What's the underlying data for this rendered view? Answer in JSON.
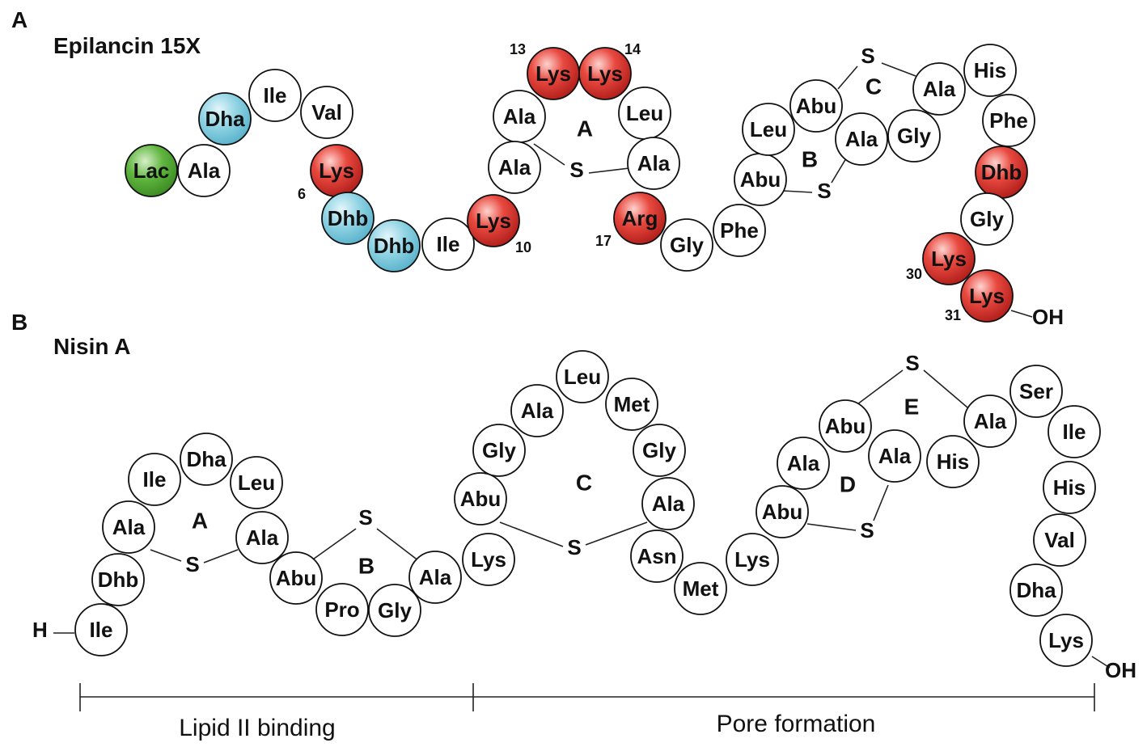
{
  "panels": [
    {
      "label": "A",
      "title": "Epilancin 15X",
      "ring_labels": [
        "A",
        "B",
        "C"
      ],
      "terminal_c": "OH",
      "residues": [
        {
          "name": "Lac",
          "type": "lactate"
        },
        {
          "name": "Ala",
          "type": "standard"
        },
        {
          "name": "Dha",
          "type": "dehydrated"
        },
        {
          "name": "Ile",
          "type": "standard"
        },
        {
          "name": "Val",
          "type": "standard"
        },
        {
          "name": "Lys",
          "type": "positive",
          "number": "6"
        },
        {
          "name": "Dhb",
          "type": "dehydrated"
        },
        {
          "name": "Dhb",
          "type": "dehydrated"
        },
        {
          "name": "Ile",
          "type": "standard"
        },
        {
          "name": "Lys",
          "type": "positive",
          "number": "10"
        },
        {
          "name": "Ala",
          "type": "standard"
        },
        {
          "name": "Ala",
          "type": "standard"
        },
        {
          "name": "Lys",
          "type": "positive",
          "number": "13"
        },
        {
          "name": "Lys",
          "type": "positive",
          "number": "14"
        },
        {
          "name": "Leu",
          "type": "standard"
        },
        {
          "name": "Ala",
          "type": "standard"
        },
        {
          "name": "Arg",
          "type": "positive",
          "number": "17"
        },
        {
          "name": "Gly",
          "type": "standard"
        },
        {
          "name": "Phe",
          "type": "standard"
        },
        {
          "name": "Abu",
          "type": "standard"
        },
        {
          "name": "Leu",
          "type": "standard"
        },
        {
          "name": "Abu",
          "type": "standard"
        },
        {
          "name": "Ala",
          "type": "standard"
        },
        {
          "name": "Gly",
          "type": "standard"
        },
        {
          "name": "Ala",
          "type": "standard"
        },
        {
          "name": "His",
          "type": "standard"
        },
        {
          "name": "Phe",
          "type": "standard"
        },
        {
          "name": "Dhb",
          "type": "positive"
        },
        {
          "name": "Gly",
          "type": "standard"
        },
        {
          "name": "Lys",
          "type": "positive",
          "number": "30"
        },
        {
          "name": "Lys",
          "type": "positive",
          "number": "31"
        }
      ],
      "sulfur_label": "S"
    },
    {
      "label": "B",
      "title": "Nisin A",
      "ring_labels": [
        "A",
        "B",
        "C",
        "D",
        "E"
      ],
      "terminal_n": "H",
      "terminal_c": "OH",
      "residues": [
        {
          "name": "Ile",
          "type": "standard"
        },
        {
          "name": "Dhb",
          "type": "standard"
        },
        {
          "name": "Ala",
          "type": "standard"
        },
        {
          "name": "Ile",
          "type": "standard"
        },
        {
          "name": "Dha",
          "type": "standard"
        },
        {
          "name": "Leu",
          "type": "standard"
        },
        {
          "name": "Ala",
          "type": "standard"
        },
        {
          "name": "Abu",
          "type": "standard"
        },
        {
          "name": "Pro",
          "type": "standard"
        },
        {
          "name": "Gly",
          "type": "standard"
        },
        {
          "name": "Ala",
          "type": "standard"
        },
        {
          "name": "Lys",
          "type": "standard"
        },
        {
          "name": "Abu",
          "type": "standard"
        },
        {
          "name": "Gly",
          "type": "standard"
        },
        {
          "name": "Ala",
          "type": "standard"
        },
        {
          "name": "Leu",
          "type": "standard"
        },
        {
          "name": "Met",
          "type": "standard"
        },
        {
          "name": "Gly",
          "type": "standard"
        },
        {
          "name": "Ala",
          "type": "standard"
        },
        {
          "name": "Asn",
          "type": "standard"
        },
        {
          "name": "Met",
          "type": "standard"
        },
        {
          "name": "Lys",
          "type": "standard"
        },
        {
          "name": "Abu",
          "type": "standard"
        },
        {
          "name": "Ala",
          "type": "standard"
        },
        {
          "name": "Abu",
          "type": "standard"
        },
        {
          "name": "Ala",
          "type": "standard"
        },
        {
          "name": "His",
          "type": "standard"
        },
        {
          "name": "Ala",
          "type": "standard"
        },
        {
          "name": "Ser",
          "type": "standard"
        },
        {
          "name": "Ile",
          "type": "standard"
        },
        {
          "name": "His",
          "type": "standard"
        },
        {
          "name": "Val",
          "type": "standard"
        },
        {
          "name": "Dha",
          "type": "standard"
        },
        {
          "name": "Lys",
          "type": "standard"
        }
      ],
      "sulfur_label": "S",
      "regions": [
        "Lipid II binding",
        "Pore formation"
      ]
    }
  ],
  "colors": {
    "positive": "#d8312d",
    "dehydrated": "#86cfe0",
    "lactate": "#58ad3a",
    "standard": "#ffffff"
  }
}
